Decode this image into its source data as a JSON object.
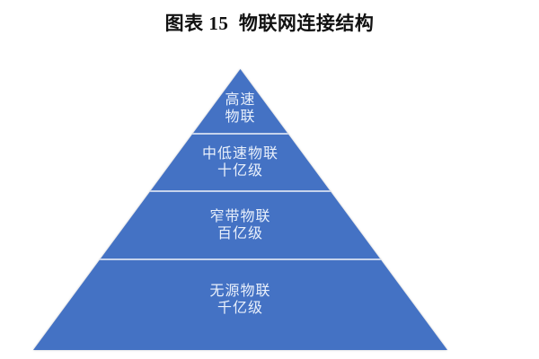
{
  "title": {
    "full": "图表 15  物联网连接结构",
    "label": "图表",
    "number": "15",
    "name": "物联网连接结构"
  },
  "pyramid": {
    "fill_color": "#4472C4",
    "divider_color": "#C6D3EC",
    "label_color": "#E9F0FB",
    "title_color": "#111111",
    "page_background": "#FFFFFF",
    "layers": [
      {
        "line1": "高速",
        "line2": "物联"
      },
      {
        "line1": "中低速物联",
        "line2": "十亿级"
      },
      {
        "line1": "窄带物联",
        "line2": "百亿级"
      },
      {
        "line1": "无源物联",
        "line2": "千亿级"
      }
    ]
  }
}
